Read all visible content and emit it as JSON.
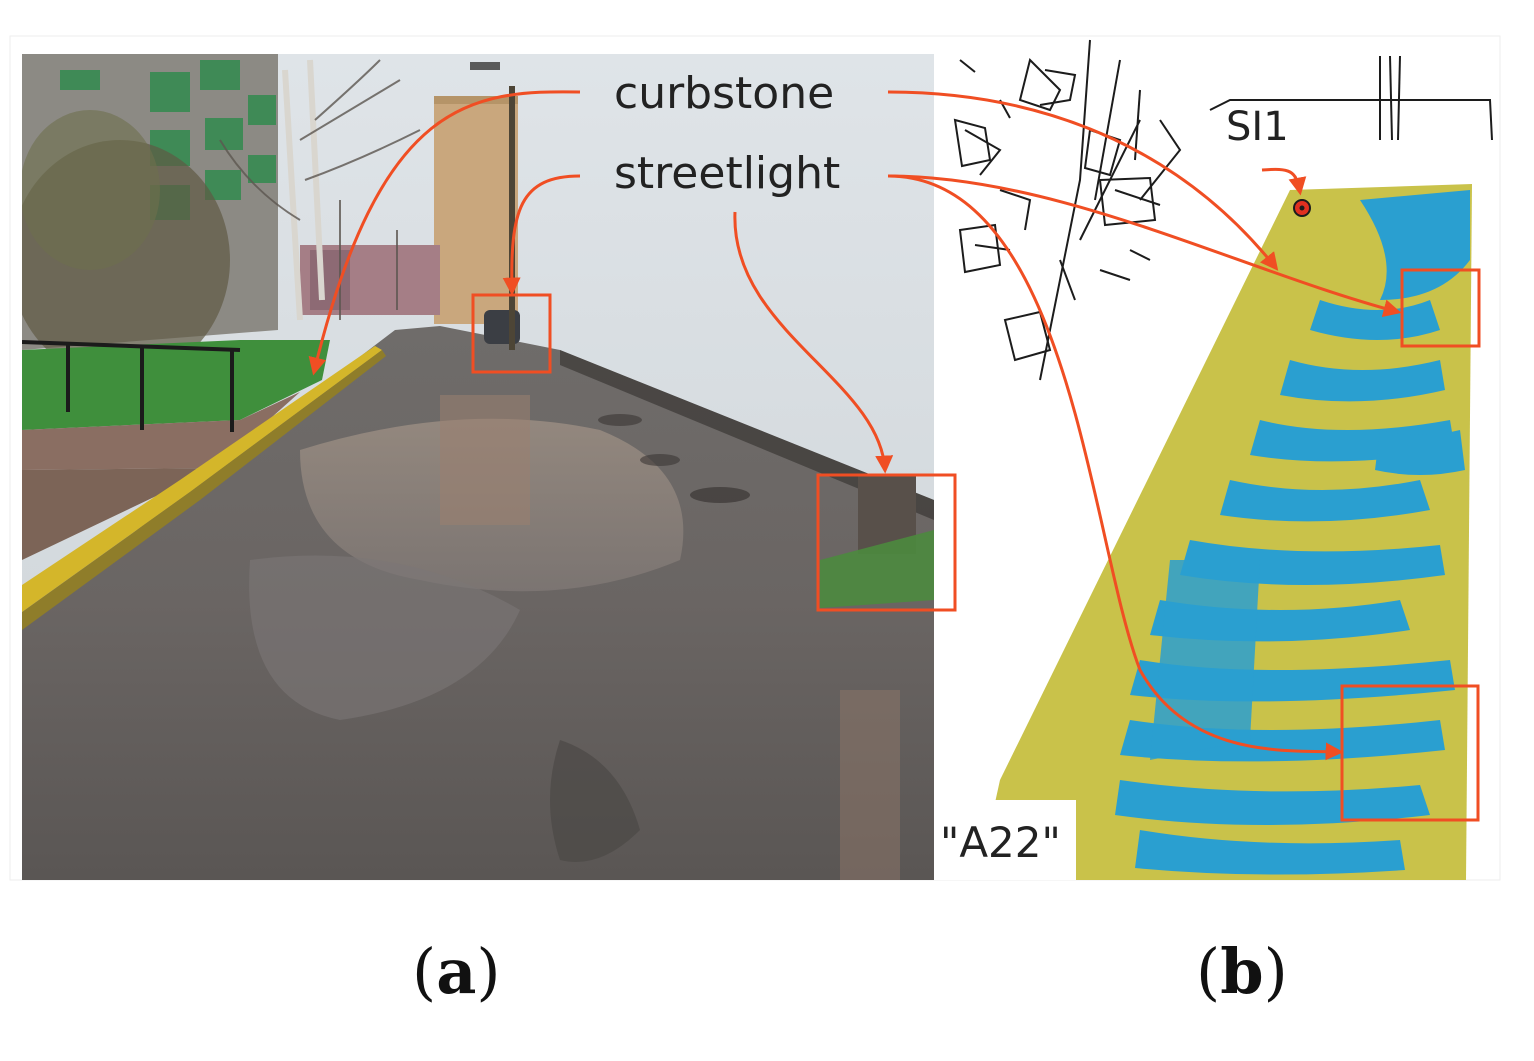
{
  "labels": {
    "curbstone": "curbstone",
    "streetlight": "streetlight",
    "station": "SI1",
    "section": "\"A22\""
  },
  "captions": {
    "a_open": "(",
    "a_letter": "a",
    "a_close": ")",
    "b_open": "(",
    "b_letter": "b",
    "b_close": ")"
  },
  "colors": {
    "annotation": "#f04e23",
    "surface_yellow": "#c9c24a",
    "water_blue": "#2a9fd0",
    "asphalt": "#5f5c5a"
  }
}
